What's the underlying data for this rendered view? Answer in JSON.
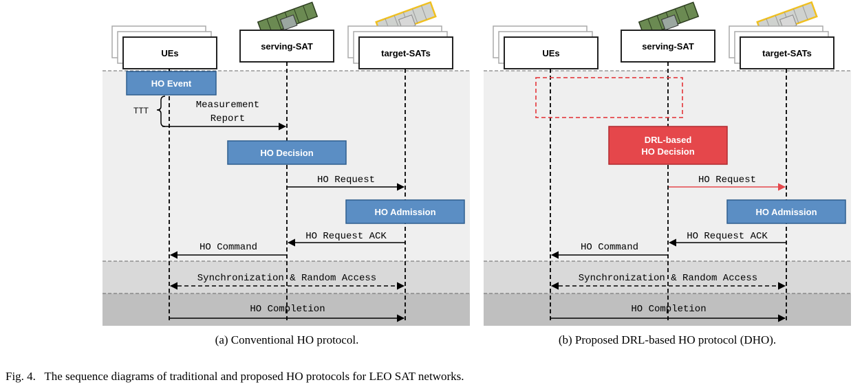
{
  "colors": {
    "action_box": "#5b8ec4",
    "drl_box": "#e5474b",
    "drl_box_border": "#b02a2f",
    "region_light": "#efefef",
    "region_mid": "#d9d9d9",
    "region_dark": "#bfbfbf",
    "red_arrow": "#e5474b",
    "sat_serving": "#5c7a45",
    "sat_target": "#f0c020"
  },
  "panels": [
    {
      "id": "a",
      "caption": "(a) Conventional HO protocol.",
      "entities": {
        "ue": "UEs",
        "serving": "serving-SAT",
        "target": "target-SATs"
      },
      "boxes": {
        "ho_event": "HO Event",
        "ho_decision": "HO Decision",
        "ho_admission": "HO Admission"
      },
      "ttt_label": "TTT",
      "messages": {
        "measurement_report_line1": "Measurement",
        "measurement_report_line2": "Report",
        "ho_request": "HO Request",
        "ho_request_ack": "HO Request ACK",
        "ho_command": "HO Command",
        "sync_random_access": "Synchronization & Random Access",
        "ho_completion": "HO Completion"
      }
    },
    {
      "id": "b",
      "caption": "(b) Proposed DRL-based HO protocol (DHO).",
      "entities": {
        "ue": "UEs",
        "serving": "serving-SAT",
        "target": "target-SATs"
      },
      "boxes": {
        "drl_decision_line1": "DRL-based",
        "drl_decision_line2": "HO Decision",
        "ho_admission": "HO Admission"
      },
      "messages": {
        "ho_request": "HO Request",
        "ho_request_ack": "HO Request ACK",
        "ho_command": "HO Command",
        "sync_random_access": "Synchronization & Random Access",
        "ho_completion": "HO Completion"
      }
    }
  ],
  "figure_caption": "Fig. 4.   The sequence diagrams of traditional and proposed HO protocols for LEO SAT networks."
}
